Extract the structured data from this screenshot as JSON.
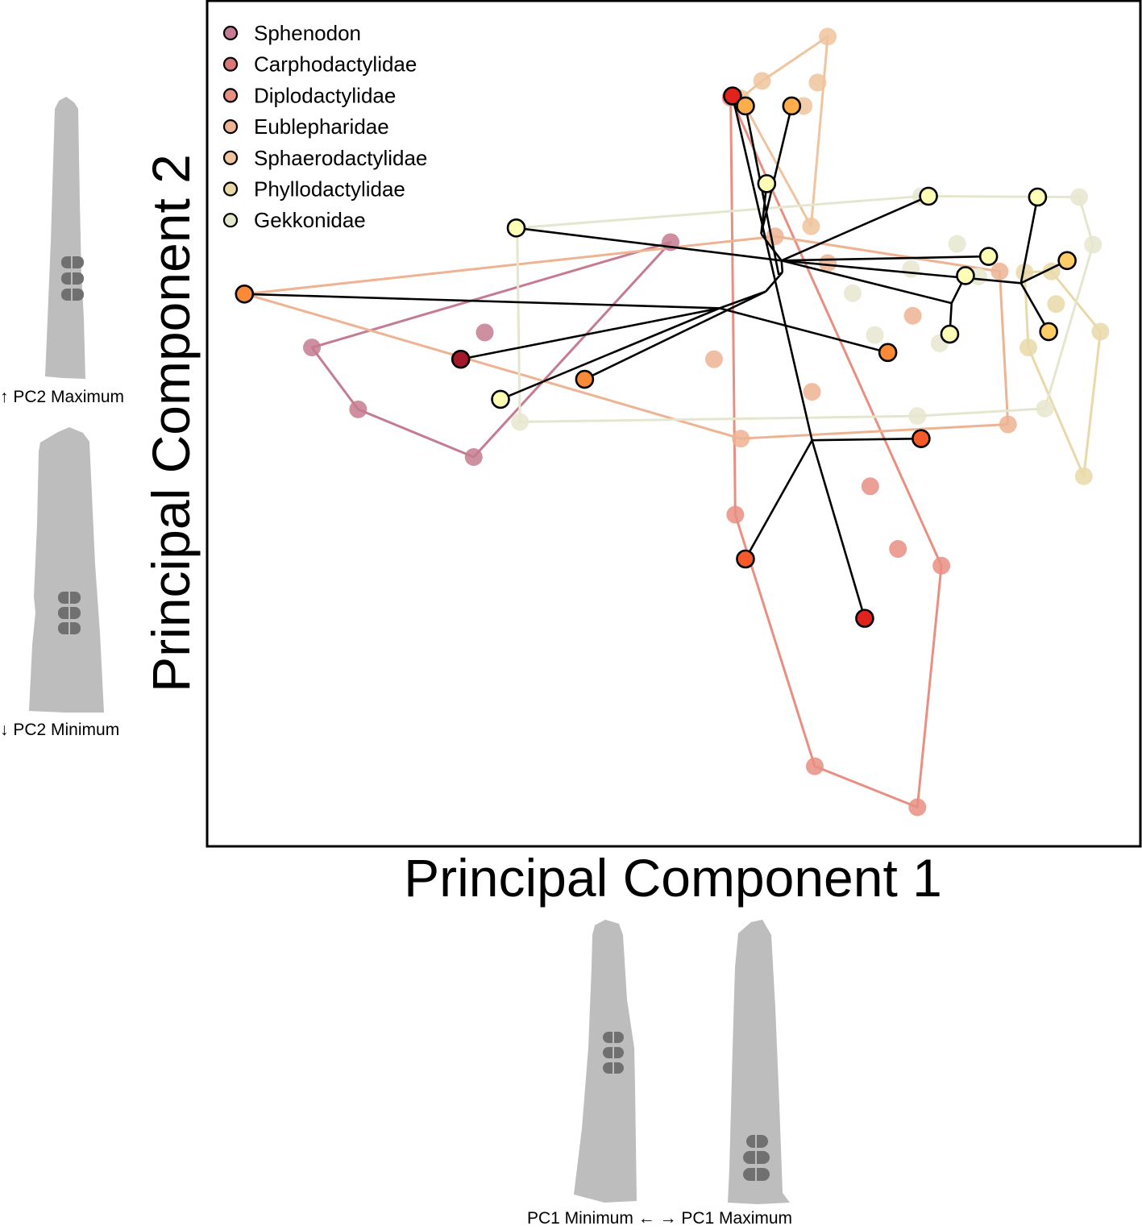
{
  "chart_data": {
    "type": "scatter",
    "title": "",
    "xlabel": "Principal Component 1",
    "ylabel": "Principal Component 2",
    "xlim": [
      0,
      1000
    ],
    "ylim": [
      -1000,
      0
    ],
    "grid": false,
    "legend_position": "top-left",
    "legend": [
      {
        "name": "Sphenodon",
        "color": "#c57b91"
      },
      {
        "name": "Carphodactylidae",
        "color": "#d9767a"
      },
      {
        "name": "Diplodactylidae",
        "color": "#e98f82"
      },
      {
        "name": "Eublepharidae",
        "color": "#edb392"
      },
      {
        "name": "Sphaerodactylidae",
        "color": "#efc49e"
      },
      {
        "name": "Phyllodactylidae",
        "color": "#ead9a8"
      },
      {
        "name": "Gekkonidae",
        "color": "#e6e6cf"
      }
    ],
    "group_series": [
      {
        "name": "Sphenodon",
        "color": "#c57b91",
        "hull": true,
        "points": [
          [
            109,
            -409
          ],
          [
            159,
            -483
          ],
          [
            284,
            -540
          ],
          [
            497,
            -283
          ],
          [
            296,
            -391
          ]
        ]
      },
      {
        "name": "Diplodactylidae",
        "color": "#e98f82",
        "hull": true,
        "points": [
          [
            562,
            -110
          ],
          [
            790,
            -670
          ],
          [
            764,
            -959
          ],
          [
            653,
            -910
          ],
          [
            567,
            -609
          ],
          [
            713,
            -575
          ],
          [
            743,
            -650
          ]
        ]
      },
      {
        "name": "Eublepharidae",
        "color": "#edb392",
        "hull": true,
        "points": [
          [
            37,
            -345
          ],
          [
            573,
            -518
          ],
          [
            862,
            -501
          ],
          [
            853,
            -318
          ],
          [
            667,
            -308
          ],
          [
            610,
            -276
          ],
          [
            544,
            -423
          ],
          [
            759,
            -371
          ],
          [
            650,
            -462
          ]
        ]
      },
      {
        "name": "Sphaerodactylidae",
        "color": "#efc49e",
        "hull": true,
        "points": [
          [
            573,
            -111
          ],
          [
            656,
            -92
          ],
          [
            667,
            -37
          ],
          [
            649,
            -264
          ],
          [
            596,
            -90
          ],
          [
            641,
            -120
          ]
        ]
      },
      {
        "name": "Phyllodactylidae",
        "color": "#ead9a8",
        "hull": true,
        "points": [
          [
            880,
            -319
          ],
          [
            962,
            -390
          ],
          [
            944,
            -563
          ],
          [
            884,
            -409
          ],
          [
            914,
            -357
          ],
          [
            909,
            -318
          ]
        ]
      },
      {
        "name": "Gekkonidae",
        "color": "#e6e6cf",
        "hull": true,
        "points": [
          [
            334,
            -498
          ],
          [
            331,
            -266
          ],
          [
            768,
            -228
          ],
          [
            939,
            -229
          ],
          [
            954,
            -286
          ],
          [
            902,
            -482
          ],
          [
            764,
            -491
          ],
          [
            718,
            -394
          ],
          [
            807,
            -285
          ],
          [
            694,
            -344
          ],
          [
            757,
            -315
          ],
          [
            830,
            -324
          ],
          [
            788,
            -404
          ]
        ]
      }
    ],
    "tip_nodes": [
      {
        "group": "Sphenodon",
        "color": "#a3182a",
        "x": 270,
        "y": -423
      },
      {
        "group": "Carphodactylidae",
        "color": "#e0231c",
        "x": 564,
        "y": -108
      },
      {
        "group": "Carphodactylidae",
        "color": "#e0231c",
        "x": 707,
        "y": -733
      },
      {
        "group": "Diplodactylidae",
        "color": "#f65a2a",
        "x": 768,
        "y": -518
      },
      {
        "group": "Diplodactylidae",
        "color": "#f65a2a",
        "x": 578,
        "y": -662
      },
      {
        "group": "Eublepharidae",
        "color": "#fb8a38",
        "x": 36,
        "y": -345
      },
      {
        "group": "Eublepharidae",
        "color": "#fb8a38",
        "x": 404,
        "y": -447
      },
      {
        "group": "Eublepharidae",
        "color": "#fb8a38",
        "x": 732,
        "y": -415
      },
      {
        "group": "Sphaerodactylidae",
        "color": "#fdae4b",
        "x": 578,
        "y": -120
      },
      {
        "group": "Sphaerodactylidae",
        "color": "#fdae4b",
        "x": 628,
        "y": -120
      },
      {
        "group": "Phyllodactylidae",
        "color": "#fecd68",
        "x": 926,
        "y": -305
      },
      {
        "group": "Phyllodactylidae",
        "color": "#fecd68",
        "x": 906,
        "y": -390
      },
      {
        "group": "Gekkonidae",
        "color": "#fefdb5",
        "x": 330,
        "y": -266
      },
      {
        "group": "Gekkonidae",
        "color": "#fefdb5",
        "x": 313,
        "y": -471
      },
      {
        "group": "Gekkonidae",
        "color": "#fefdb5",
        "x": 601,
        "y": -213
      },
      {
        "group": "Gekkonidae",
        "color": "#fefdb5",
        "x": 776,
        "y": -228
      },
      {
        "group": "Gekkonidae",
        "color": "#fefdb5",
        "x": 894,
        "y": -229
      },
      {
        "group": "Gekkonidae",
        "color": "#fefdb5",
        "x": 841,
        "y": -300
      },
      {
        "group": "Gekkonidae",
        "color": "#fefdb5",
        "x": 816,
        "y": -323
      },
      {
        "group": "Gekkonidae",
        "color": "#fefdb5",
        "x": 799,
        "y": -393
      }
    ],
    "tree_internal_nodes": {
      "n1": [
        550,
        -362
      ],
      "n2": [
        600,
        -342
      ],
      "n3": [
        618,
        -319
      ],
      "n4": [
        617,
        -305
      ],
      "n5": [
        595,
        -273
      ],
      "n6": [
        614,
        -322
      ],
      "n7": [
        650,
        -520
      ],
      "n8": [
        876,
        -332
      ],
      "n9": [
        801,
        -356
      ]
    },
    "tree_edges": [
      [
        "tip:0",
        "n1"
      ],
      [
        "tip:5",
        "n1"
      ],
      [
        "tip:13",
        "n1"
      ],
      [
        "tip:6",
        "n2"
      ],
      [
        "n1",
        "n2"
      ],
      [
        "tip:7",
        "n1"
      ],
      [
        "n2",
        "n3"
      ],
      [
        "tip:8",
        "n6"
      ],
      [
        "n6",
        "n3"
      ],
      [
        "n3",
        "n4"
      ],
      [
        "tip:12",
        "n4"
      ],
      [
        "n4",
        "n5"
      ],
      [
        "tip:14",
        "n5"
      ],
      [
        "tip:9",
        "n5"
      ],
      [
        "n4",
        "tip:15"
      ],
      [
        "n4",
        "n8"
      ],
      [
        "n8",
        "tip:16"
      ],
      [
        "n8",
        "tip:10"
      ],
      [
        "n8",
        "tip:11"
      ],
      [
        "n4",
        "tip:17"
      ],
      [
        "n4",
        "n9"
      ],
      [
        "n9",
        "tip:18"
      ],
      [
        "n9",
        "tip:19"
      ],
      [
        "tip:1",
        "n7"
      ],
      [
        "n7",
        "tip:2"
      ],
      [
        "n7",
        "tip:3"
      ],
      [
        "n7",
        "tip:4"
      ]
    ]
  },
  "shape_panels": {
    "pc2_max_caption": "↑ PC2 Maximum",
    "pc2_min_caption": "↓ PC2 Minimum",
    "pc1_caption": "PC1 Minimum ←  → PC1 Maximum",
    "silhouette_color": "#bdbdbd",
    "pad_color": "#707070"
  }
}
